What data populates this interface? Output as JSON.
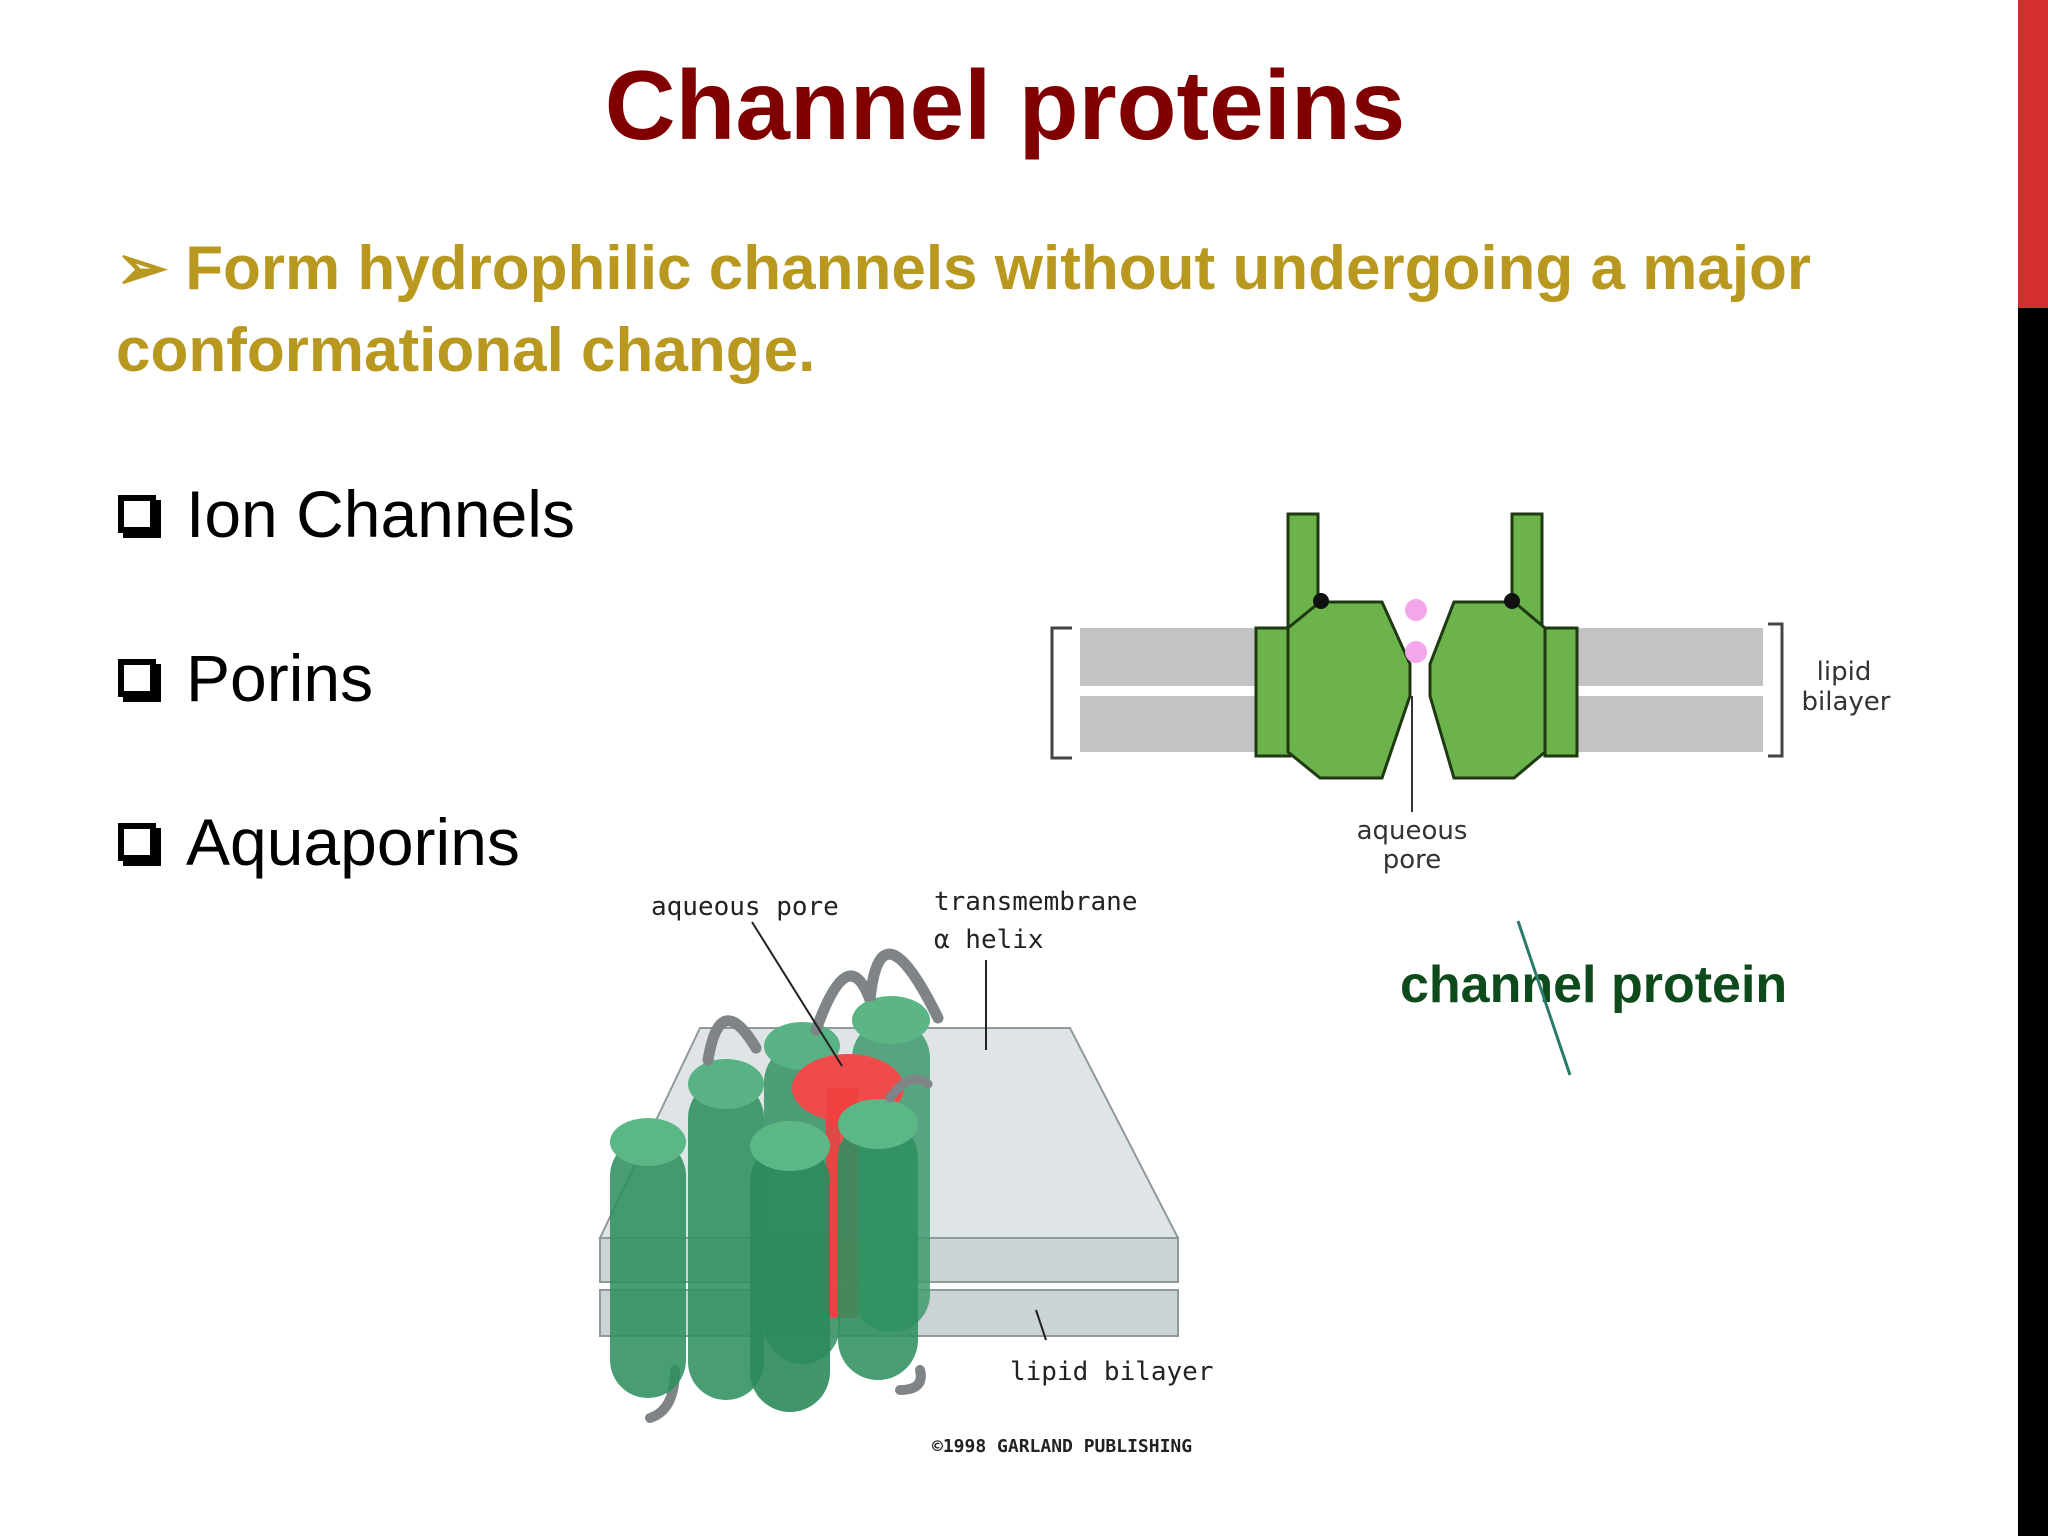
{
  "slide": {
    "title": "Channel proteins",
    "bullet_marker": "➢",
    "bullet_text": "Form hydrophilic channels without undergoing a major conformational change.",
    "items": [
      {
        "label": "Ion Channels"
      },
      {
        "label": "Porins"
      },
      {
        "label": "Aquaporins"
      }
    ]
  },
  "diagram_top": {
    "label_lipid": [
      "lipid",
      "bilayer"
    ],
    "label_pore": [
      "aqueous",
      "pore"
    ]
  },
  "diagram_bottom": {
    "label_pore": "aqueous pore",
    "label_helix": [
      "transmembrane",
      "α helix"
    ],
    "label_lipid": "lipid bilayer",
    "copyright": "©1998 GARLAND PUBLISHING"
  },
  "annotation": {
    "text": "channel protein"
  },
  "colors": {
    "title": "#800000",
    "bullet": "#b8981e",
    "annotation": "#0d4a1c",
    "protein_green": "#6db34b",
    "edge_red": "#d32f2f",
    "edge_black": "#000000"
  }
}
